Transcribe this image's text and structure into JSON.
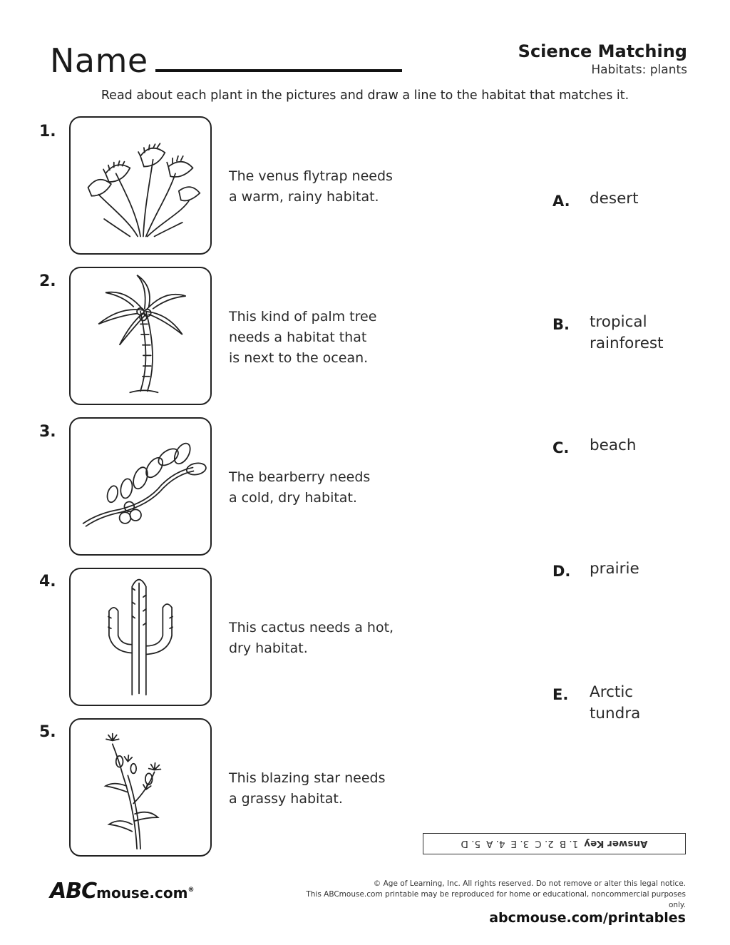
{
  "header": {
    "name_label": "Name",
    "title": "Science Matching",
    "subtitle": "Habitats: plants",
    "instructions": "Read about each plant in the pictures and draw a line to the habitat that matches it."
  },
  "plants": [
    {
      "number": "1.",
      "icon": "venus-flytrap-icon",
      "lines": [
        "The venus flytrap needs",
        "a warm, rainy habitat."
      ]
    },
    {
      "number": "2.",
      "icon": "palm-tree-icon",
      "lines": [
        "This kind of palm tree",
        "needs a habitat that",
        "is next to the ocean."
      ]
    },
    {
      "number": "3.",
      "icon": "bearberry-icon",
      "lines": [
        "The bearberry needs",
        "a cold, dry habitat."
      ]
    },
    {
      "number": "4.",
      "icon": "cactus-icon",
      "lines": [
        "This cactus needs a hot,",
        "dry habitat."
      ]
    },
    {
      "number": "5.",
      "icon": "blazing-star-icon",
      "lines": [
        "This blazing star needs",
        "a grassy habitat."
      ]
    }
  ],
  "habitats": [
    {
      "letter": "A.",
      "lines": [
        "desert"
      ]
    },
    {
      "letter": "B.",
      "lines": [
        "tropical",
        "rainforest"
      ]
    },
    {
      "letter": "C.",
      "lines": [
        "beach"
      ]
    },
    {
      "letter": "D.",
      "lines": [
        "prairie"
      ]
    },
    {
      "letter": "E.",
      "lines": [
        "Arctic",
        "tundra"
      ]
    }
  ],
  "answer_key": {
    "label": "Answer Key",
    "answers": [
      "1. B",
      "2. C",
      "3. E",
      "4. A",
      "5. D"
    ]
  },
  "footer": {
    "logo_abc": "ABC",
    "logo_rest": "mouse.com",
    "logo_mark": "®",
    "legal_line1": "© Age of Learning, Inc. All rights reserved. Do not remove or alter this legal notice.",
    "legal_line2": "This ABCmouse.com printable may be reproduced for home or educational, noncommercial purposes only.",
    "url": "abcmouse.com/printables"
  }
}
